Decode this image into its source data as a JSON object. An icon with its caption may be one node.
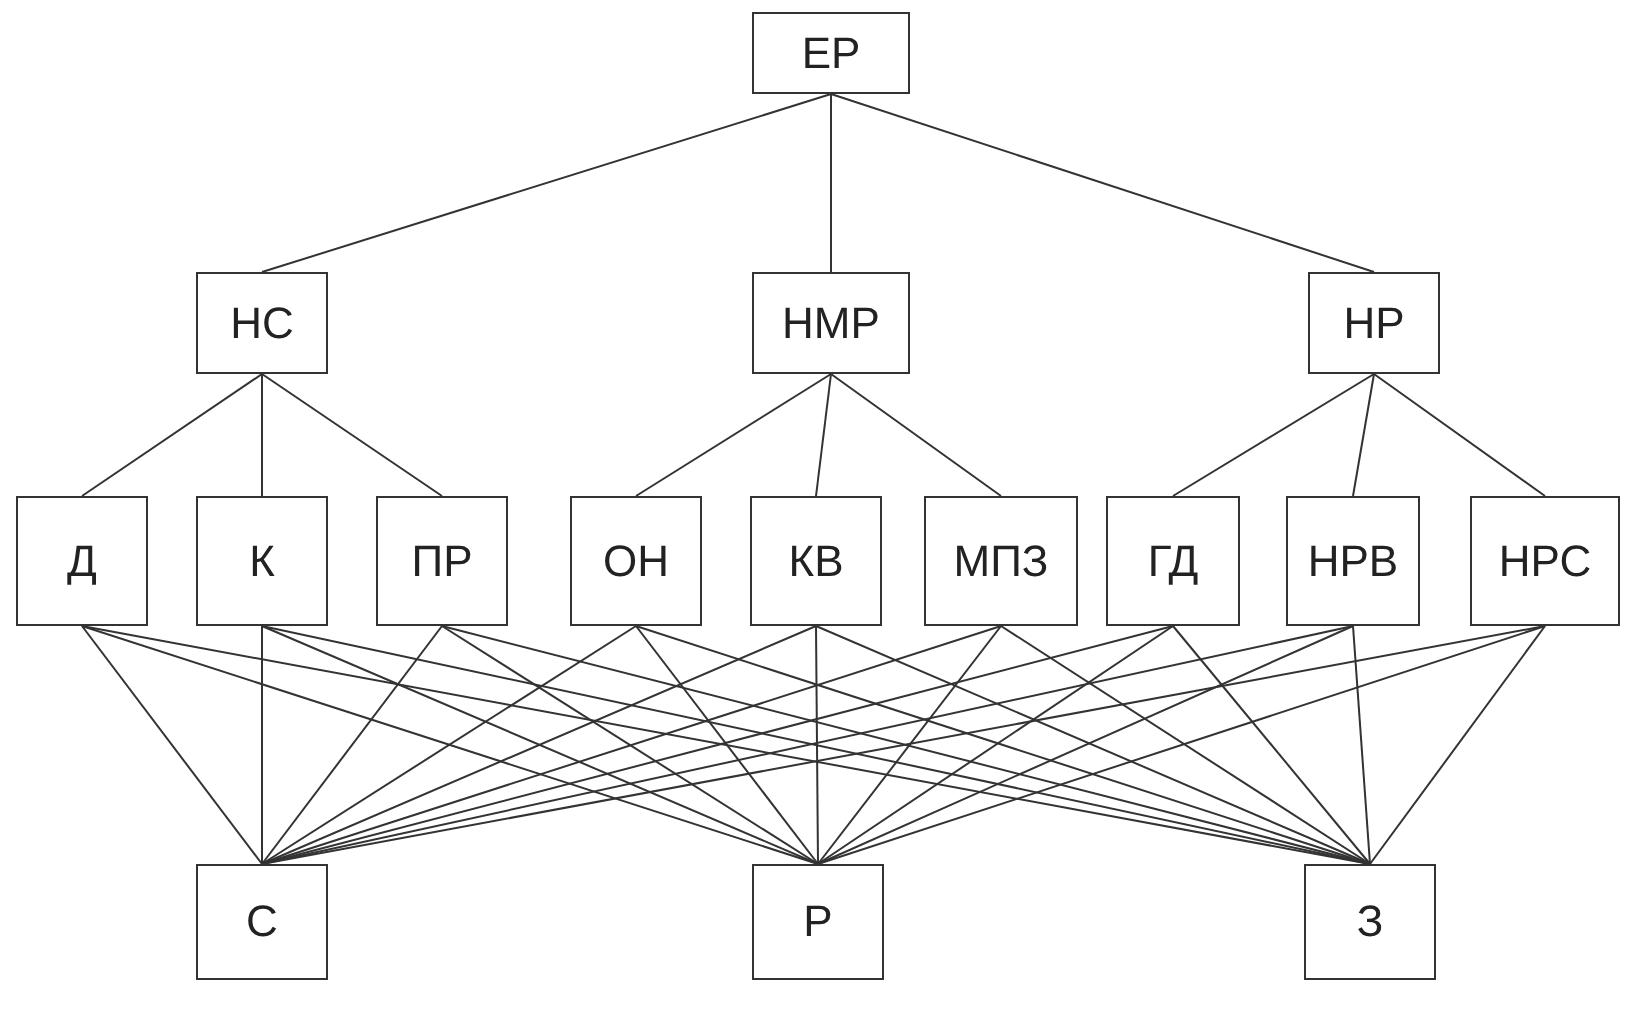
{
  "diagram": {
    "nodes": [
      {
        "text": [
          "ЕР"
        ]
      },
      {
        "text": [
          "НС"
        ]
      },
      {
        "text": [
          "НМР"
        ]
      },
      {
        "text": [
          "НР"
        ]
      },
      {
        "text": [
          "Д"
        ]
      },
      {
        "text": [
          "К"
        ]
      },
      {
        "text": [
          "ПР"
        ]
      },
      {
        "text": [
          "ОН"
        ]
      },
      {
        "text": [
          "КВ"
        ]
      },
      {
        "text": [
          "МПЗ"
        ]
      },
      {
        "text": [
          "ГД"
        ]
      },
      {
        "text": [
          "НРВ"
        ]
      },
      {
        "text": [
          "НРС"
        ]
      },
      {
        "text": [
          "С"
        ]
      },
      {
        "text": [
          "Р"
        ]
      },
      {
        "text": [
          "З"
        ]
      }
    ],
    "edges": [
      {
        "from": 0,
        "to": 1,
        "arrow": "none"
      },
      {
        "from": 0,
        "to": 2,
        "arrow": "none"
      },
      {
        "from": 0,
        "to": 3,
        "arrow": "none"
      },
      {
        "from": 1,
        "to": 4,
        "arrow": "none"
      },
      {
        "from": 1,
        "to": 5,
        "arrow": "none"
      },
      {
        "from": 1,
        "to": 6,
        "arrow": "none"
      },
      {
        "from": 2,
        "to": 7,
        "arrow": "none"
      },
      {
        "from": 2,
        "to": 8,
        "arrow": "none"
      },
      {
        "from": 2,
        "to": 9,
        "arrow": "none"
      },
      {
        "from": 3,
        "to": 10,
        "arrow": "none"
      },
      {
        "from": 3,
        "to": 11,
        "arrow": "none"
      },
      {
        "from": 3,
        "to": 12,
        "arrow": "none"
      },
      {
        "from": 4,
        "to": 13,
        "arrow": "none"
      },
      {
        "from": 4,
        "to": 14,
        "arrow": "none"
      },
      {
        "from": 4,
        "to": 15,
        "arrow": "none"
      },
      {
        "from": 5,
        "to": 13,
        "arrow": "none"
      },
      {
        "from": 5,
        "to": 14,
        "arrow": "none"
      },
      {
        "from": 5,
        "to": 15,
        "arrow": "none"
      },
      {
        "from": 6,
        "to": 13,
        "arrow": "none"
      },
      {
        "from": 6,
        "to": 14,
        "arrow": "none"
      },
      {
        "from": 6,
        "to": 15,
        "arrow": "none"
      },
      {
        "from": 7,
        "to": 13,
        "arrow": "none"
      },
      {
        "from": 7,
        "to": 14,
        "arrow": "none"
      },
      {
        "from": 7,
        "to": 15,
        "arrow": "none"
      },
      {
        "from": 8,
        "to": 13,
        "arrow": "none"
      },
      {
        "from": 8,
        "to": 14,
        "arrow": "none"
      },
      {
        "from": 8,
        "to": 15,
        "arrow": "none"
      },
      {
        "from": 9,
        "to": 13,
        "arrow": "none"
      },
      {
        "from": 9,
        "to": 14,
        "arrow": "none"
      },
      {
        "from": 9,
        "to": 15,
        "arrow": "none"
      },
      {
        "from": 10,
        "to": 13,
        "arrow": "none"
      },
      {
        "from": 10,
        "to": 14,
        "arrow": "none"
      },
      {
        "from": 10,
        "to": 15,
        "arrow": "none"
      },
      {
        "from": 11,
        "to": 13,
        "arrow": "none"
      },
      {
        "from": 11,
        "to": 14,
        "arrow": "none"
      },
      {
        "from": 11,
        "to": 15,
        "arrow": "none"
      },
      {
        "from": 12,
        "to": 13,
        "arrow": "none"
      },
      {
        "from": 12,
        "to": 14,
        "arrow": "none"
      },
      {
        "from": 12,
        "to": 15,
        "arrow": "none"
      }
    ]
  }
}
